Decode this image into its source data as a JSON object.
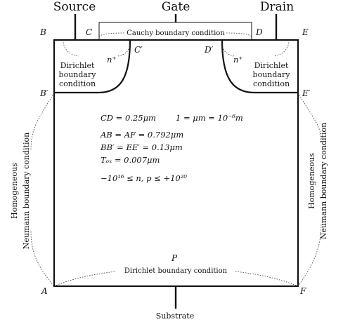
{
  "electrodes": {
    "source": "Source",
    "gate": "Gate",
    "drain": "Drain",
    "substrate": "Substrate"
  },
  "corners": {
    "B": "B",
    "C": "C",
    "D": "D",
    "E": "E",
    "B_prime": "B′",
    "E_prime": "E′",
    "C_prime": "C′",
    "D_prime": "D′",
    "A": "A",
    "F": "F",
    "P": "P"
  },
  "regions": {
    "left_doping": "n⁺",
    "right_doping": "n⁺"
  },
  "boundary_conditions": {
    "top_gate": "Cauchy boundary condition",
    "bottom": "Dirichlet boundary condition",
    "left_contact": [
      "Dirichlet",
      "boundary",
      "condition"
    ],
    "right_contact": [
      "Dirichlet",
      "boundary",
      "condition"
    ],
    "left_side": [
      "Homogeneous",
      "Neumann boundary condition"
    ],
    "right_side": [
      "Homogeneous",
      "Neumann boundary condition"
    ]
  },
  "parameters": {
    "cd": "CD = 0.25μm",
    "unit": "1 = μm = 10⁻⁶m",
    "ab_af": "AB = AF = 0.792μm",
    "bb_ee": "BB′ = EE′ = 0.13μm",
    "tox": "Tₒₓ = 0.007μm",
    "doping_range": "−10¹⁶ ≤ n, p ≤ +10²⁰"
  }
}
